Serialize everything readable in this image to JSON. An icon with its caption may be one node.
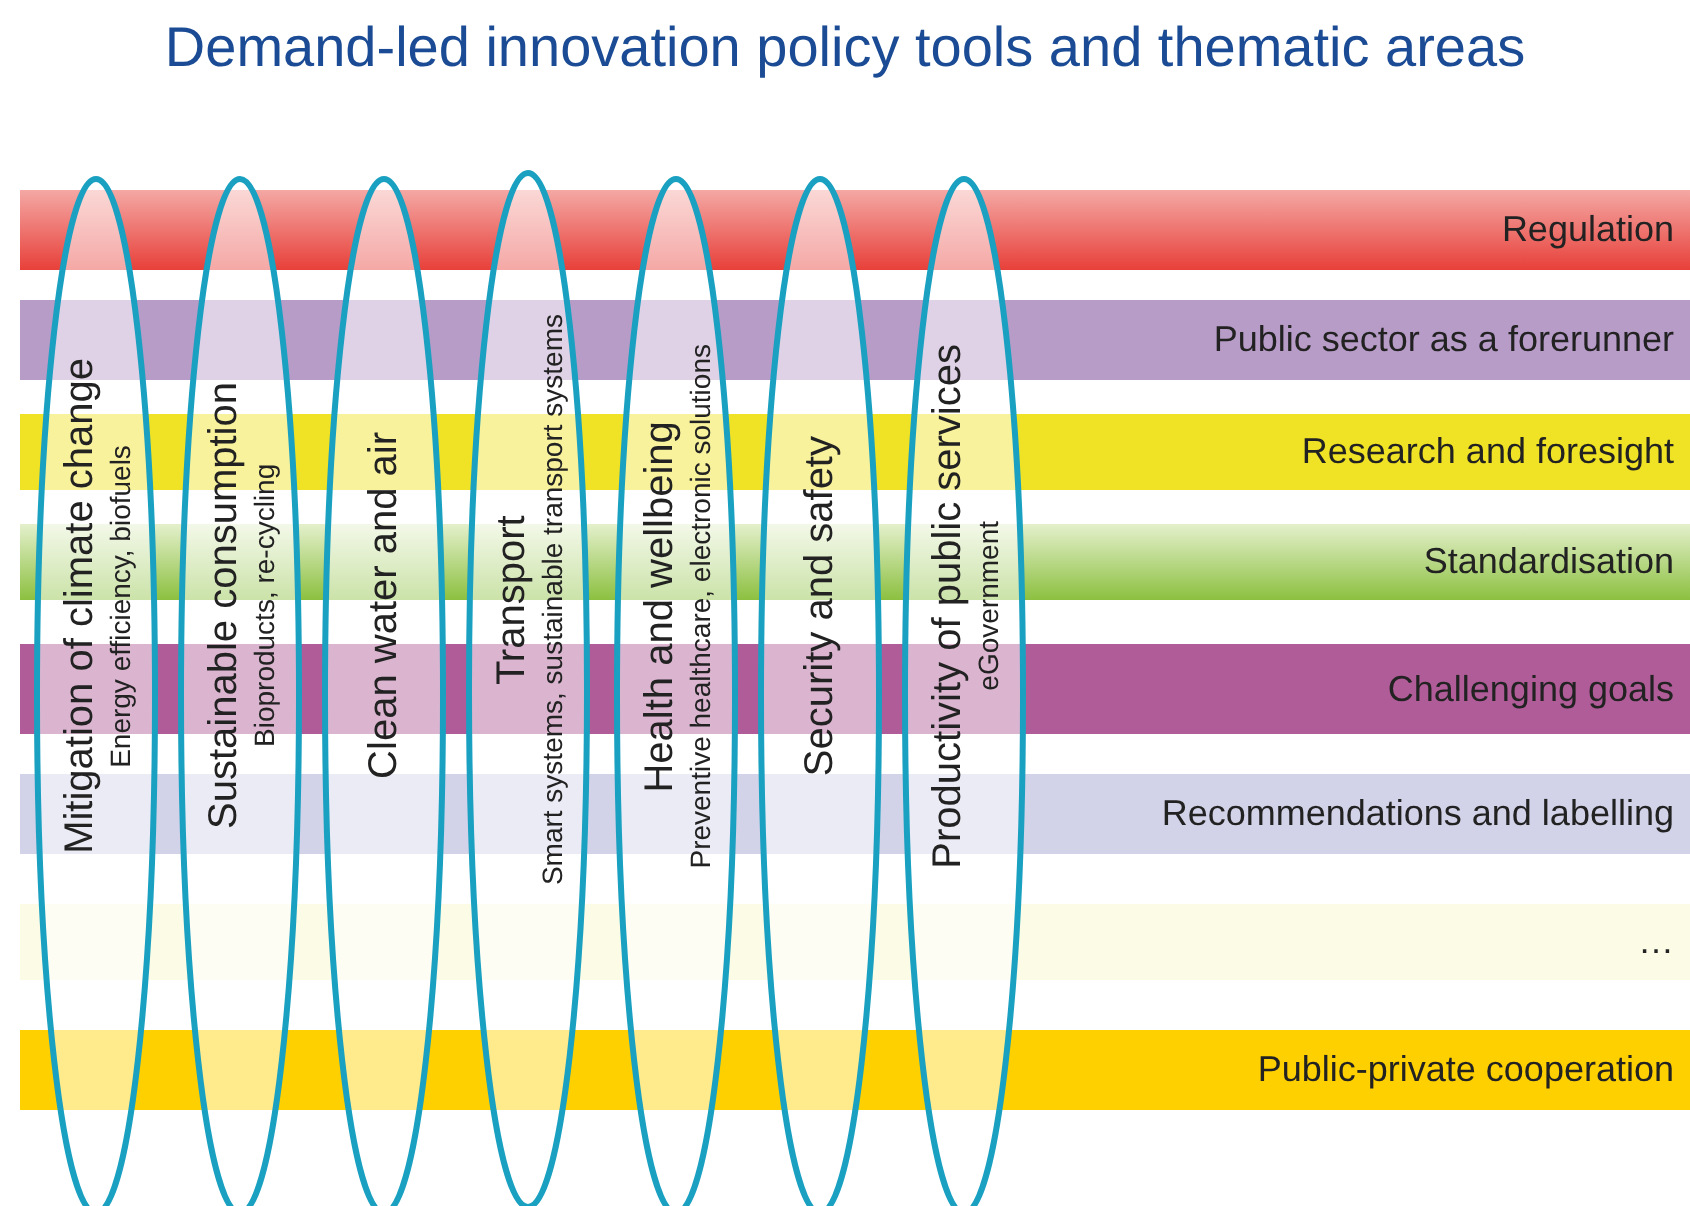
{
  "diagram": {
    "title": "Demand-led innovation policy tools and thematic areas",
    "nodes": [
      {
        "text": [
          "Regulation"
        ]
      },
      {
        "text": [
          "Public sector as a forerunner"
        ]
      },
      {
        "text": [
          "Research and foresight"
        ]
      },
      {
        "text": [
          "Standardisation"
        ]
      },
      {
        "text": [
          "Challenging goals"
        ]
      },
      {
        "text": [
          "Recommendations and labelling"
        ]
      },
      {
        "text": [
          "…"
        ]
      },
      {
        "text": [
          "Public-private cooperation"
        ]
      },
      {
        "text": [
          "Mitigation of climate change",
          "Energy efficiency, biofuels"
        ]
      },
      {
        "text": [
          "Sustainable consumption",
          "Bioproducts, re-cycling"
        ]
      },
      {
        "text": [
          "Clean water and air"
        ]
      },
      {
        "text": [
          "Transport",
          "Smart systems, sustainable transport systems"
        ]
      },
      {
        "text": [
          "Health and wellbeing",
          "Preventive healthcare, electronic solutions"
        ]
      },
      {
        "text": [
          "Security and safety"
        ]
      },
      {
        "text": [
          "Productivity of public services",
          "eGovernment"
        ]
      }
    ]
  }
}
